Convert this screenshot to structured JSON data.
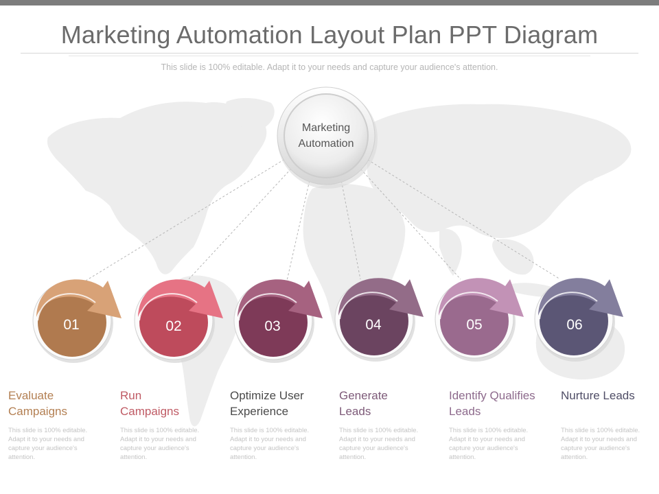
{
  "slide": {
    "title": "Marketing Automation Layout Plan PPT Diagram",
    "subtitle": "This slide is 100% editable. Adapt it to your needs and capture your audience's attention."
  },
  "hub": {
    "label": "Marketing\nAutomation"
  },
  "steps": [
    {
      "number": "01",
      "title": "Evaluate Campaigns",
      "description": "This slide is 100% editable. Adapt it to your needs and capture your audience's attention.",
      "color": "#b07a4f",
      "title_color": "#b37f52"
    },
    {
      "number": "02",
      "title": "Run Campaigns",
      "description": "This slide is 100% editable. Adapt it to your needs and capture your audience's attention.",
      "color": "#be4b5c",
      "title_color": "#bf5a64"
    },
    {
      "number": "03",
      "title": "Optimize User Experience",
      "description": "This slide is 100% editable. Adapt it to your needs and capture your audience's attention.",
      "color": "#7e3a58",
      "title_color": "#4a4a4a"
    },
    {
      "number": "04",
      "title": "Generate Leads",
      "description": "This slide is 100% editable. Adapt it to your needs and capture your audience's attention.",
      "color": "#6b4460",
      "title_color": "#7d5a78"
    },
    {
      "number": "05",
      "title": "Identify Qualifies Leads",
      "description": "This slide is 100% editable. Adapt it to your needs and capture your audience's attention.",
      "color": "#9a6a8e",
      "title_color": "#8d6a8c"
    },
    {
      "number": "06",
      "title": "Nurture Leads",
      "description": "This slide is 100% editable. Adapt it to your needs and capture your audience's attention.",
      "color": "#5b5675",
      "title_color": "#4f4d66"
    }
  ]
}
